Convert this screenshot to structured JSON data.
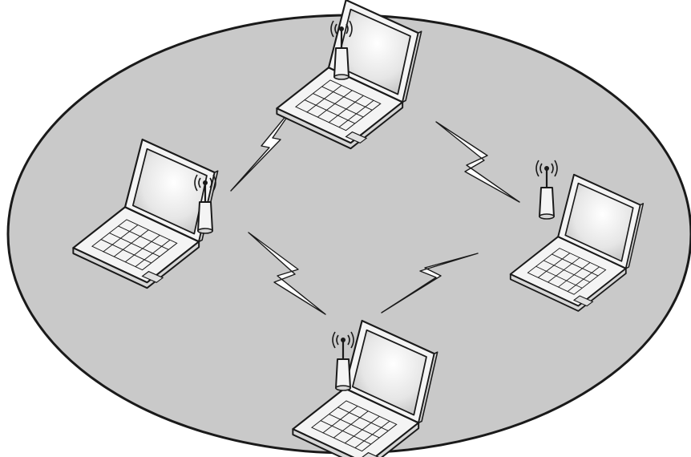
{
  "diagram": {
    "kind": "wireless ad-hoc network",
    "nodes": [
      {
        "id": "node-top",
        "device": "laptop-with-antenna"
      },
      {
        "id": "node-left",
        "device": "laptop-with-antenna"
      },
      {
        "id": "node-right",
        "device": "laptop-with-antenna"
      },
      {
        "id": "node-bottom",
        "device": "laptop-with-antenna"
      }
    ],
    "links": [
      {
        "from": "node-left",
        "to": "node-top"
      },
      {
        "from": "node-top",
        "to": "node-right"
      },
      {
        "from": "node-left",
        "to": "node-bottom"
      },
      {
        "from": "node-bottom",
        "to": "node-right"
      }
    ],
    "colors": {
      "background": "#ffffff",
      "area_fill": "#c9c9c9",
      "outline": "#1a1a1a",
      "screen": "#ececec",
      "device_body": "#f4f4f4"
    },
    "icons": {
      "node": "laptop-icon",
      "antenna": "antenna-icon",
      "link": "lightning-bolt-icon"
    }
  }
}
